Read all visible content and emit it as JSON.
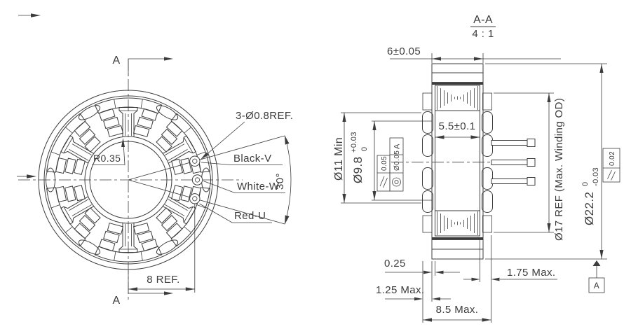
{
  "drawing": {
    "title": {
      "section": "A-A",
      "scale": "4 : 1"
    },
    "front_view": {
      "section_arrow_top": "A",
      "section_arrow_bottom": "A",
      "fillet_radius": "R0.35",
      "terminals_note": "3-Ø0.8REF.",
      "terminal_black": "Black-V",
      "terminal_white": "White-W",
      "terminal_red": "Red-U",
      "terminal_angle": "30°",
      "terminal_offset": "8 REF."
    },
    "section_view": {
      "stack_height": "6±0.05",
      "bobbin_width": "5.5±0.1",
      "clearance_dia": "Ø11 Min",
      "bore_dia": "Ø9.8",
      "bore_tol_upper": "+0.03",
      "bore_tol_lower": "0",
      "winding_od": "Ø17 REF (Max. Winding OD)",
      "outer_dia": "Ø22.2",
      "outer_tol_upper": "0",
      "outer_tol_lower": "-0.03",
      "flange_gap": "0.25",
      "flange_max": "1.25 Max.",
      "overall_max": "8.5 Max.",
      "pin_side_max": "1.75 Max.",
      "gdt_parallel_1": "0.05",
      "gdt_concentric": "Ø0.05",
      "gdt_concentric_datum": "A",
      "gdt_parallel_2": "0.02",
      "datum_label": "A"
    },
    "colors": {
      "line": "#3c3c3c"
    }
  }
}
